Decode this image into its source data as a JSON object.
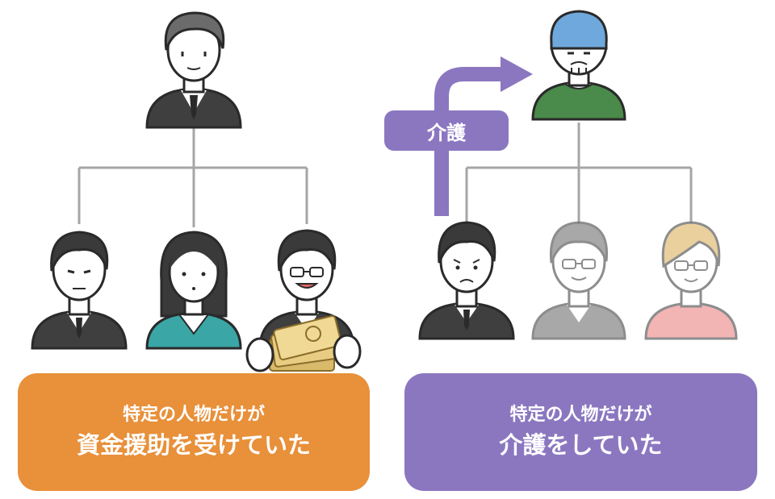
{
  "colors": {
    "line": "#a6a6a6",
    "orange": "#e8903a",
    "purple": "#8b77c0",
    "suit": "#3f3f3f",
    "hair": "#3a3a3a",
    "skin": "#ffffff",
    "teal": "#3aa6a6",
    "green": "#4a8a4a",
    "bald_blue": "#6fa8dc",
    "grey_person": "#9a9a9a",
    "pink": "#f2a7a7",
    "blond": "#e6c88c",
    "money": "#d9b96a"
  },
  "left_family": {
    "parent_icon": "father-icon",
    "children_icons": [
      "son-icon",
      "daughter-icon",
      "son-with-money-icon"
    ],
    "caption": {
      "line1": "特定の人物だけが",
      "line2": "資金援助を受けていた"
    }
  },
  "right_family": {
    "parent_icon": "elderly-parent-icon",
    "children_icons": [
      "worried-son-icon",
      "greyed-son-icon",
      "greyed-child-icon"
    ],
    "care_label": "介護",
    "caption": {
      "line1": "特定の人物だけが",
      "line2": "介護をしていた"
    }
  }
}
